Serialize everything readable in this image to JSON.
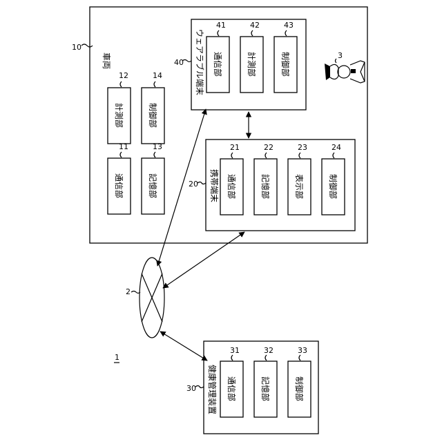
{
  "system": {
    "ref": "1"
  },
  "vehicle": {
    "ref": "10",
    "label": "車両"
  },
  "vehicle_units": [
    {
      "ref": "11",
      "label": "通信部"
    },
    {
      "ref": "12",
      "label": "計測部"
    },
    {
      "ref": "13",
      "label": "記憶部"
    },
    {
      "ref": "14",
      "label": "制御部"
    }
  ],
  "wearable": {
    "ref": "40",
    "label": "ウェアラブル端末",
    "units": [
      {
        "ref": "41",
        "label": "通信部"
      },
      {
        "ref": "42",
        "label": "計測部"
      },
      {
        "ref": "43",
        "label": "制御部"
      }
    ]
  },
  "driver": {
    "ref": "3"
  },
  "mobile": {
    "ref": "20",
    "label": "携帯端末",
    "units": [
      {
        "ref": "21",
        "label": "通信部"
      },
      {
        "ref": "22",
        "label": "記憶部"
      },
      {
        "ref": "23",
        "label": "表示部"
      },
      {
        "ref": "24",
        "label": "制御部"
      }
    ]
  },
  "network": {
    "ref": "2"
  },
  "health": {
    "ref": "30",
    "label": "健康管理装置",
    "units": [
      {
        "ref": "31",
        "label": "通信部"
      },
      {
        "ref": "32",
        "label": "記憶部"
      },
      {
        "ref": "33",
        "label": "制御部"
      }
    ]
  }
}
